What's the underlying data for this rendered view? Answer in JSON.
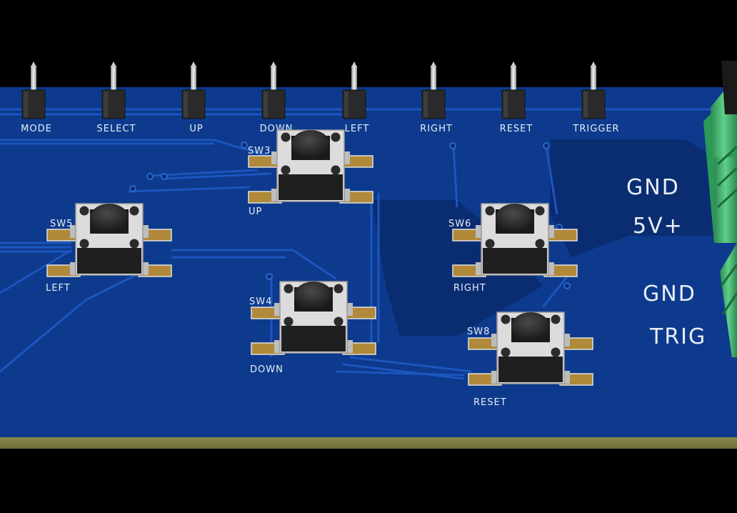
{
  "board": {
    "header_pins": [
      {
        "label": "MODE"
      },
      {
        "label": "SELECT"
      },
      {
        "label": "UP"
      },
      {
        "label": "DOWN"
      },
      {
        "label": "LEFT"
      },
      {
        "label": "RIGHT"
      },
      {
        "label": "RESET"
      },
      {
        "label": "TRIGGER"
      }
    ],
    "switches": [
      {
        "ref": "SW3",
        "label": "UP"
      },
      {
        "ref": "SW5",
        "label": "LEFT"
      },
      {
        "ref": "SW6",
        "label": "RIGHT"
      },
      {
        "ref": "SW4",
        "label": "DOWN"
      },
      {
        "ref": "SW8",
        "label": "RESET"
      }
    ],
    "power_labels": {
      "gnd1": "GND",
      "v5": "5V+",
      "gnd2": "GND",
      "trig": "TRIG"
    }
  },
  "colors": {
    "background": "#000000",
    "pcb": "#0d3a8c",
    "pcb_dark": "#082a66",
    "trace": "#1a4fb0",
    "pad": "#b08a3a",
    "switch_body": "#dcdcdc",
    "switch_cap": "#2a2a2a",
    "terminal": "#3fb56a"
  }
}
